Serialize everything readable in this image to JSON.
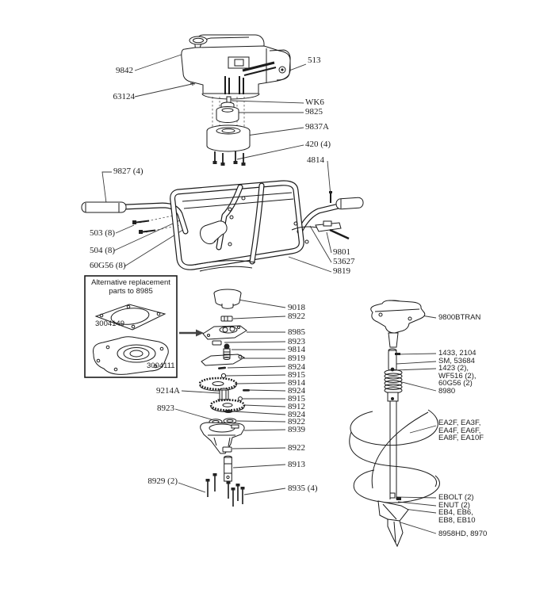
{
  "engine": {
    "col": [
      "9842",
      "63124",
      "513",
      "WK6",
      "9825",
      "9837A",
      "420 (4)",
      "4814"
    ]
  },
  "handlebar": {
    "col": [
      "9827 (4)",
      "503 (8)",
      "504 (8)",
      "60G56 (8)",
      "9801",
      "53627",
      "9819"
    ]
  },
  "alt_box": {
    "title_line1": "Alternative replacement",
    "title_line2": "parts to 8985",
    "part_top": "3004149",
    "part_bottom": "3004111"
  },
  "gearcase": {
    "right": [
      "9018",
      "8922",
      "8985",
      "8923",
      "9814",
      "8919",
      "8924",
      "8915",
      "8914",
      "8924",
      "8915",
      "8912",
      "8924",
      "8922",
      "8939",
      "8922",
      "8913",
      "8935 (4)"
    ],
    "left": [
      "9214A",
      "8923",
      "8929 (2)"
    ]
  },
  "auger": {
    "col": [
      "9800BTRAN",
      "1433, 2104",
      "SM, 53684",
      "1423 (2),",
      "WF516 (2),",
      "60G56 (2)",
      "8980",
      "EA2F, EA3F,",
      "EA4F, EA6F,",
      "EA8F, EA10F",
      "EBOLT (2)",
      "ENUT (2)",
      "EB4, EB6,",
      "EB8, EB10",
      "8958HD, 8970"
    ]
  }
}
